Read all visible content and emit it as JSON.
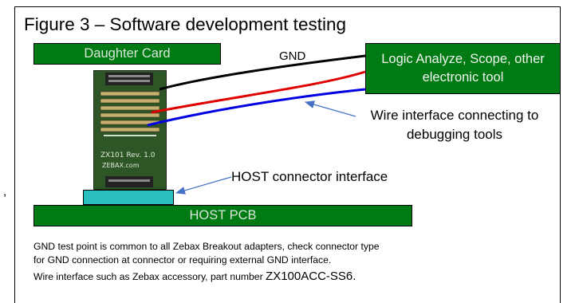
{
  "figure": {
    "title": "Figure 3 – Software development testing"
  },
  "boxes": {
    "daughter_card": "Daughter Card",
    "logic_analyzer": "Logic Analyze, Scope, other electronic tool",
    "host_pcb": "HOST PCB"
  },
  "labels": {
    "gnd": "GND",
    "wire_interface": "Wire interface connecting to debugging tools",
    "host_connector": "HOST connector interface",
    "stray_comma": ","
  },
  "board": {
    "silkscreen_line1": "ZX101 Rev. 1.0",
    "silkscreen_line2": "ZEBAX.com"
  },
  "wires": {
    "colors": {
      "gnd": "#000000",
      "red": "#e00000",
      "blue": "#0000e0",
      "arrow": "#4472c4"
    }
  },
  "notes": {
    "line1": "GND test point is common to all Zebax Breakout adapters, check connector type",
    "line2": "for GND connection at connector or requiring external GND interface.",
    "line3_prefix": "Wire interface such as Zebax accessory, part number ",
    "line3_part": "ZX100ACC-SS6."
  }
}
